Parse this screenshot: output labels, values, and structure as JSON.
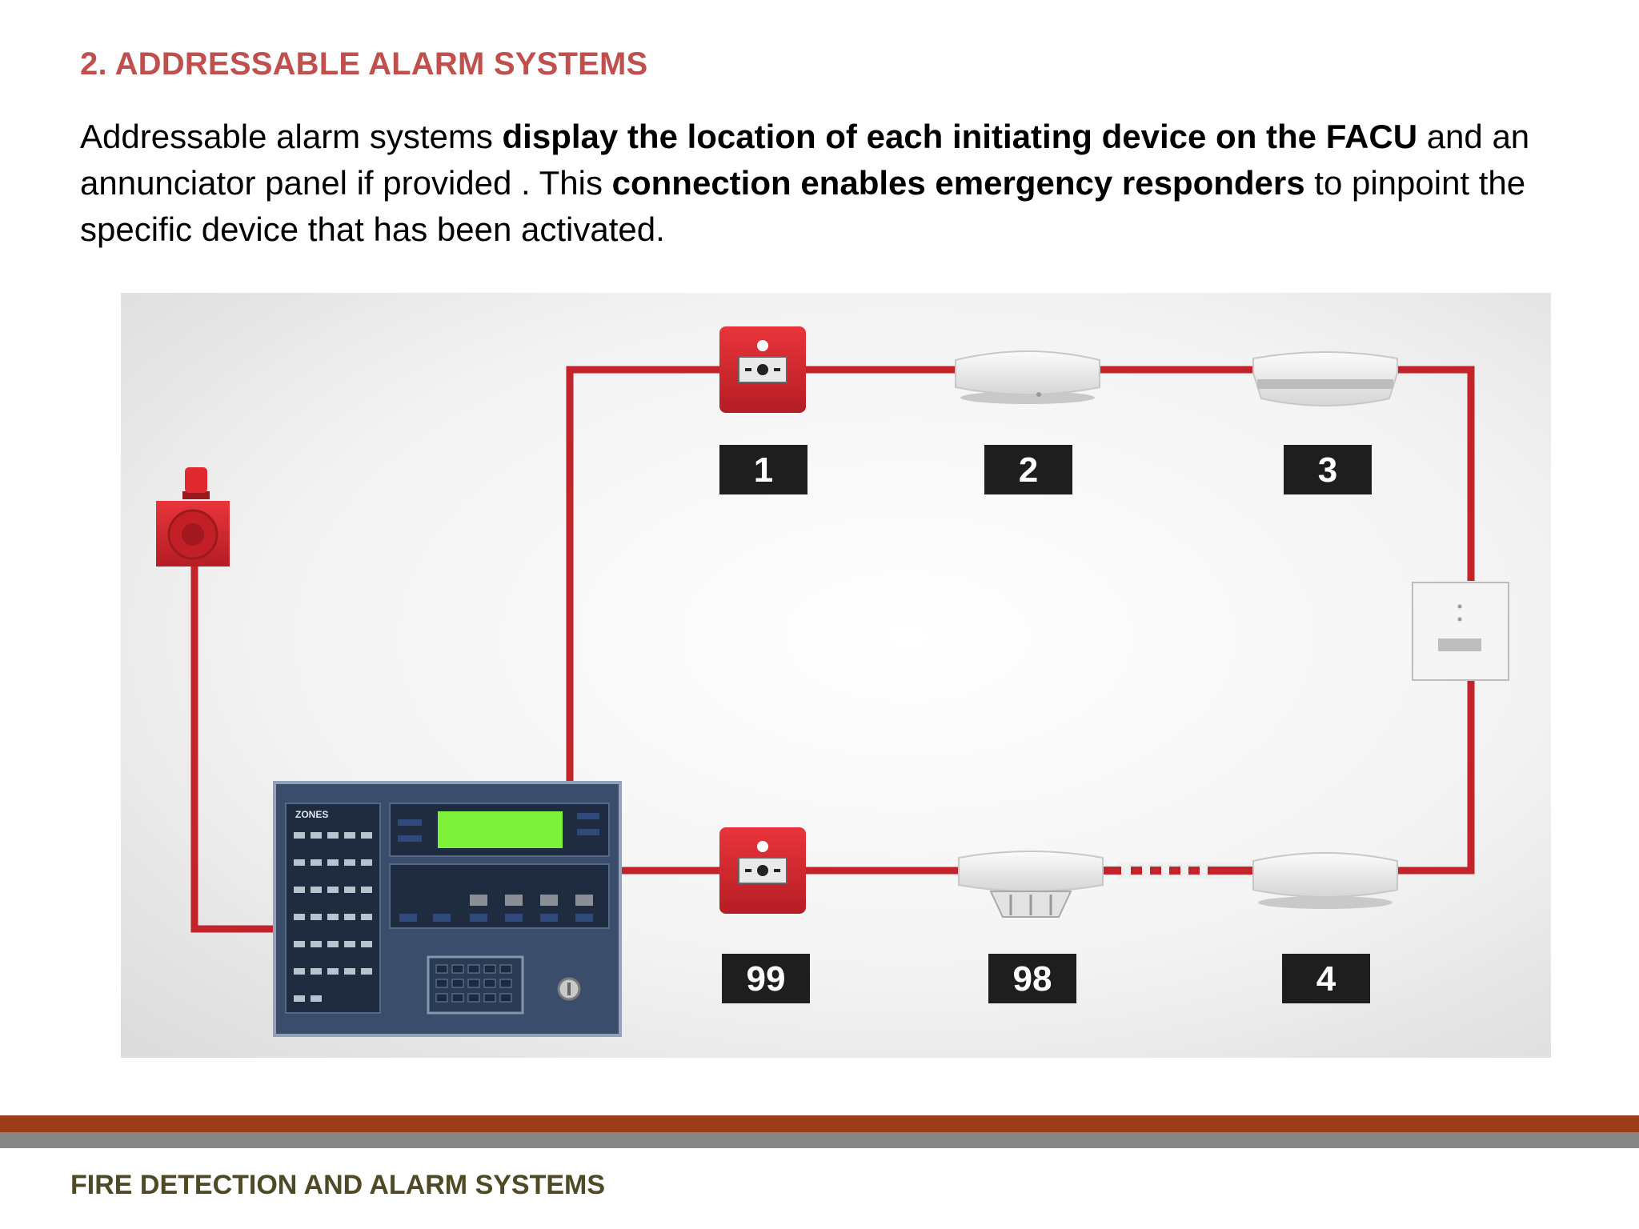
{
  "slide": {
    "title": "2. ADDRESSABLE ALARM SYSTEMS",
    "body": {
      "p1": "Addressable alarm systems ",
      "b1": "display the location of each initiating device on the FACU",
      "p2": " and an annunciator panel if provided . This ",
      "b2": "connection enables emergency responders",
      "p3": " to pinpoint the specific device that has been activated."
    },
    "footer": "FIRE DETECTION AND ALARM SYSTEMS"
  },
  "diagram": {
    "device_labels": [
      "1",
      "2",
      "3",
      "4",
      "98",
      "99"
    ],
    "panel_zones_label": "ZONES"
  },
  "colors": {
    "title": "#c0504d",
    "wire": "#c3242b",
    "device_red": "#d4262d",
    "footer_text": "#4f4a26",
    "band_orange": "#9c3d1a",
    "band_gray": "#868686",
    "panel": "#3a4e6c",
    "lcd": "#7ef23a"
  }
}
